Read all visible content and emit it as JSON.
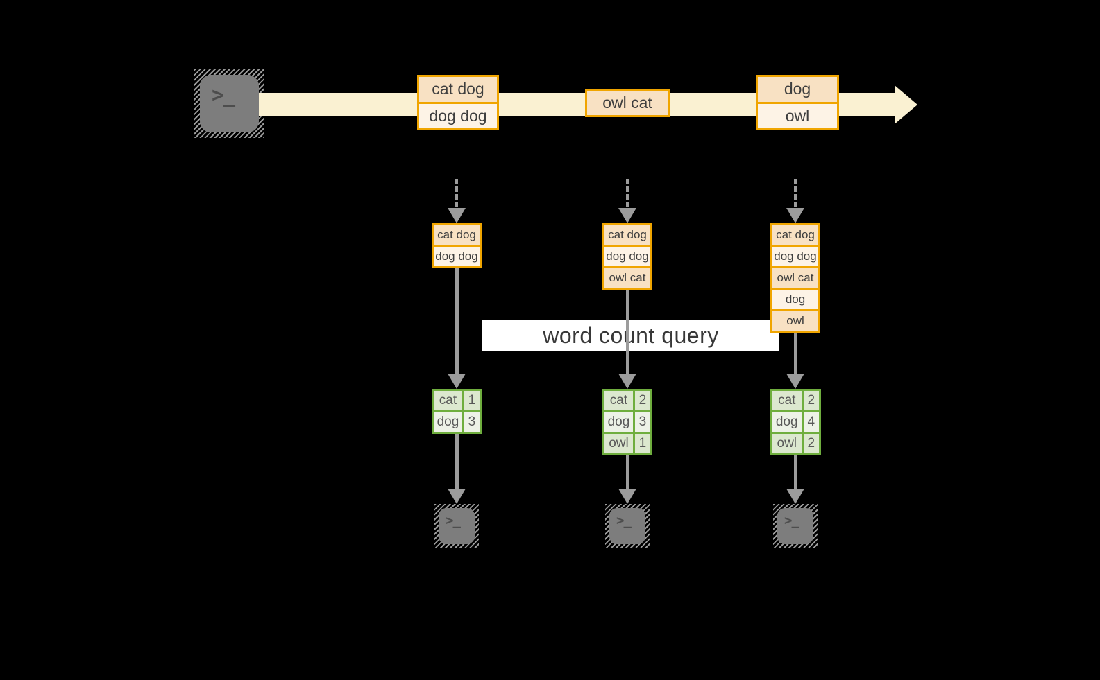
{
  "query_label": "word count query",
  "terminal_prompt": ">_",
  "timeline_batches": [
    {
      "rows": [
        "cat dog",
        "dog dog"
      ]
    },
    {
      "rows": [
        "owl cat"
      ]
    },
    {
      "rows": [
        "dog",
        "owl"
      ]
    }
  ],
  "micro_batches": [
    {
      "rows": [
        "cat dog",
        "dog dog"
      ]
    },
    {
      "rows": [
        "cat dog",
        "dog dog",
        "owl cat"
      ]
    },
    {
      "rows": [
        "cat dog",
        "dog dog",
        "owl cat",
        "dog",
        "owl"
      ]
    }
  ],
  "word_counts": [
    [
      {
        "word": "cat",
        "count": "1"
      },
      {
        "word": "dog",
        "count": "3"
      }
    ],
    [
      {
        "word": "cat",
        "count": "2"
      },
      {
        "word": "dog",
        "count": "3"
      },
      {
        "word": "owl",
        "count": "1"
      }
    ],
    [
      {
        "word": "cat",
        "count": "2"
      },
      {
        "word": "dog",
        "count": "4"
      },
      {
        "word": "owl",
        "count": "2"
      }
    ]
  ],
  "colors": {
    "background": "#000000",
    "stream_band": "#FAF1D2",
    "orange_border": "#F0A500",
    "peach_fill": "#F8E1C3",
    "cream_fill": "#FDF3E6",
    "green_border": "#6FAE3E",
    "green_fill_dark": "#DCE8CF",
    "green_fill_light": "#EDF2E7",
    "arrow_gray": "#9C9C9C",
    "terminal_gray": "#7D7D7D",
    "query_band_bg": "#FFFFFF"
  }
}
